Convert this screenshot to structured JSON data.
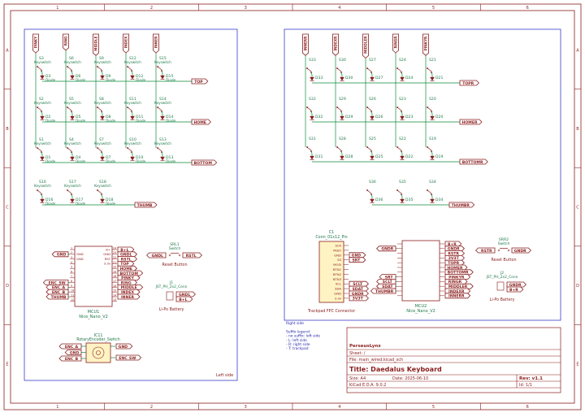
{
  "frame": {
    "col_labels": [
      "1",
      "2",
      "3",
      "4",
      "5",
      "6"
    ],
    "row_labels": [
      "A",
      "B",
      "C",
      "D",
      "E"
    ]
  },
  "left": {
    "col_flags": [
      "PINKY",
      "RING",
      "MIDDLE",
      "INDEX",
      "INNER"
    ],
    "matrix": [
      [
        "S3",
        "S6",
        "S9",
        "S12",
        "S15"
      ],
      [
        "S2",
        "S5",
        "S8",
        "S11",
        "S14"
      ],
      [
        "S1",
        "S4",
        "S7",
        "S10",
        "S13"
      ]
    ],
    "diodes": [
      [
        "D3",
        "D6",
        "D9",
        "D12",
        "D15"
      ],
      [
        "D2",
        "D5",
        "D8",
        "D11",
        "D14"
      ],
      [
        "D1",
        "D4",
        "D7",
        "D10",
        "D13"
      ]
    ],
    "row_flags": [
      "TOP",
      "HOME",
      "BOTTOM"
    ],
    "thumb_switches": [
      "S16",
      "S17",
      "S18"
    ],
    "thumb_diodes": [
      "D16",
      "D17",
      "D18"
    ],
    "thumb_flag": "THUMB",
    "switch_value": "Keyswitch",
    "diode_value": "Diode",
    "mcu": {
      "ref": "MCU1",
      "value": "Nice_Nano_V2",
      "left_pins": [
        [
          "1",
          ""
        ],
        [
          "2",
          "GND"
        ],
        [
          "3",
          "GND"
        ],
        [
          "4",
          ""
        ],
        [
          "5",
          ""
        ],
        [
          "6",
          ""
        ],
        [
          "7",
          ""
        ],
        [
          "8",
          ""
        ],
        [
          "9",
          ""
        ],
        [
          "10",
          ""
        ],
        [
          "11",
          ""
        ],
        [
          "12",
          ""
        ]
      ],
      "right_pins": [
        [
          "24",
          "B+"
        ],
        [
          "23",
          "GND"
        ],
        [
          "22",
          "RST"
        ],
        [
          "21",
          "3.3v"
        ],
        [
          "20",
          ""
        ],
        [
          "19",
          ""
        ],
        [
          "18",
          ""
        ],
        [
          "17",
          ""
        ],
        [
          "16",
          ""
        ],
        [
          "15",
          ""
        ],
        [
          "14",
          ""
        ],
        [
          "13",
          ""
        ]
      ],
      "left_flags": [
        "GND",
        "ENC_SW",
        "ENC_A",
        "ENC_B",
        "THUMB"
      ],
      "right_flags": [
        "B+L",
        "GNDL",
        "RSTL",
        "TOP",
        "HOME",
        "BOTTOM",
        "PINKY",
        "RING",
        "MIDDLE",
        "INDEX",
        "INNER"
      ]
    },
    "reset": {
      "ref": "SRL1",
      "value": "Switch",
      "caption": "Reset Button",
      "flags": [
        "GNDL",
        "RSTL"
      ]
    },
    "battery": {
      "ref": "J1",
      "value": "JST_PH_2x2_Conn",
      "caption": "Li-Po Battery",
      "flags": [
        "GNDL",
        "B+L"
      ]
    },
    "encoder": {
      "ref": "IC11",
      "value": "RotaryEncoder_Switch",
      "left_flags": [
        "ENC_A",
        "GND",
        "ENC_B"
      ],
      "right_flags": [
        "GND",
        "ENC_SW"
      ]
    },
    "side_label": "Left side"
  },
  "right": {
    "col_flags": [
      "INNERR",
      "INDEXR",
      "MIDDLER",
      "RINGR",
      "PINKYR"
    ],
    "matrix": [
      [
        "S33",
        "S30",
        "S27",
        "S24",
        "S21"
      ],
      [
        "S32",
        "S29",
        "S26",
        "S23",
        "S20"
      ],
      [
        "S31",
        "S28",
        "S25",
        "S22",
        "S19"
      ]
    ],
    "diodes": [
      [
        "D33",
        "D30",
        "D27",
        "D24",
        "D21"
      ],
      [
        "D32",
        "D29",
        "D26",
        "D23",
        "D20"
      ],
      [
        "D31",
        "D28",
        "D25",
        "D22",
        "D19"
      ]
    ],
    "row_flags": [
      "TOPR",
      "HOMER",
      "BOTTOMR"
    ],
    "thumb_switches": [
      "S36",
      "S35",
      "S34"
    ],
    "thumb_diodes": [
      "D36",
      "D35",
      "D34"
    ],
    "thumb_flag": "THUMBR",
    "fpc": {
      "ref": "C1",
      "value": "Conn_01x12_Pin",
      "pins": [
        "SCK",
        "MISO",
        "GND",
        "SS",
        "MOSI",
        "BTN1",
        "BTN2",
        "BTN3",
        "SCL",
        "SDA",
        "GND",
        "3.3v"
      ],
      "caption": "Trackpad FPC Connector",
      "flags": [
        "GND",
        "SRT",
        "SCLT",
        "SDAT",
        "GNDR",
        "3V3T"
      ]
    },
    "mcu": {
      "ref": "MCU2",
      "value": "Nice_Nano_V2",
      "left_flags": [
        "GNDR",
        "SRT",
        "SCLT",
        "SDAT",
        "THUMBR"
      ],
      "right_flags": [
        "B+R",
        "GNDR",
        "RSTR",
        "3V3T",
        "TOPR",
        "HOMER",
        "BOTTOMR",
        "PINKYR",
        "RINGR",
        "MIDDLER",
        "INDEXR",
        "INNERR"
      ]
    },
    "reset": {
      "ref": "SRR2",
      "value": "Switch",
      "caption": "Reset Button",
      "flags": [
        "RSTR",
        "GNDR"
      ]
    },
    "battery": {
      "ref": "J2",
      "value": "JST_PH_2x2_Conn",
      "caption": "Li-Po Battery",
      "flags": [
        "GNDR",
        "B+R"
      ]
    },
    "side_label": "Right side"
  },
  "legend": {
    "lines": [
      "Right side",
      "",
      "Suffix legend:",
      "- no suffix: left side",
      "- L: left side",
      "- R: right side",
      "- T: trackpad"
    ]
  },
  "title_block": {
    "company": "PerseusLynx",
    "sheet": "Sheet: /",
    "file": "File: main_wired.kicad_sch",
    "title": "Title: Daedalus Keyboard",
    "size": "Size: A4",
    "date": "Date: 2025-06-10",
    "rev": "Rev: v1.1",
    "kicad": "KiCad E.D.A. 9.0.2",
    "id": "Id: 1/1"
  }
}
